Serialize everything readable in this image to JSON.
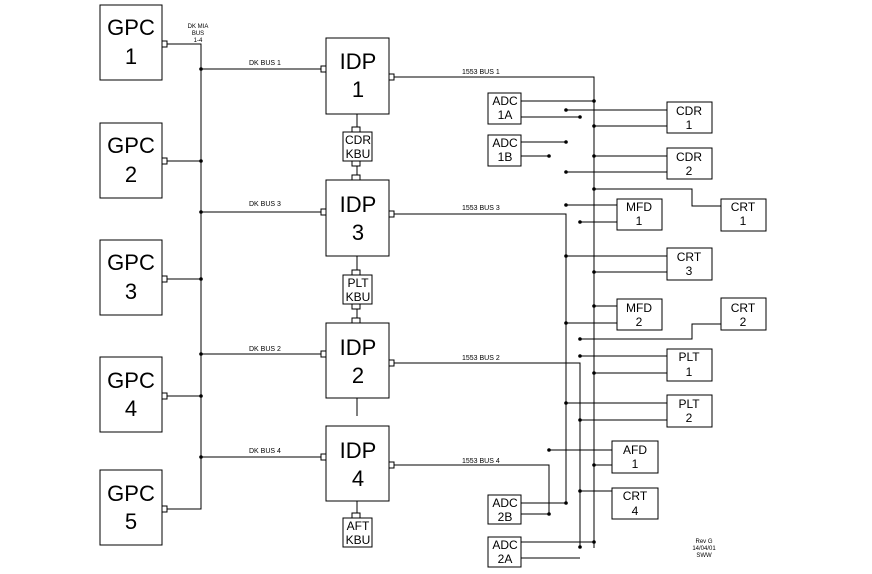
{
  "gpc": [
    {
      "name": "GPC",
      "num": "1"
    },
    {
      "name": "GPC",
      "num": "2"
    },
    {
      "name": "GPC",
      "num": "3"
    },
    {
      "name": "GPC",
      "num": "4"
    },
    {
      "name": "GPC",
      "num": "5"
    }
  ],
  "idp": [
    {
      "name": "IDP",
      "num": "1"
    },
    {
      "name": "IDP",
      "num": "3"
    },
    {
      "name": "IDP",
      "num": "2"
    },
    {
      "name": "IDP",
      "num": "4"
    }
  ],
  "kbu": [
    {
      "l1": "CDR",
      "l2": "KBU"
    },
    {
      "l1": "PLT",
      "l2": "KBU"
    },
    {
      "l1": "AFT",
      "l2": "KBU"
    }
  ],
  "adc": [
    {
      "l1": "ADC",
      "l2": "1A"
    },
    {
      "l1": "ADC",
      "l2": "1B"
    },
    {
      "l1": "ADC",
      "l2": "2B"
    },
    {
      "l1": "ADC",
      "l2": "2A"
    }
  ],
  "displays": [
    {
      "l1": "CDR",
      "l2": "1"
    },
    {
      "l1": "CDR",
      "l2": "2"
    },
    {
      "l1": "MFD",
      "l2": "1"
    },
    {
      "l1": "CRT",
      "l2": "1"
    },
    {
      "l1": "CRT",
      "l2": "3"
    },
    {
      "l1": "MFD",
      "l2": "2"
    },
    {
      "l1": "CRT",
      "l2": "2"
    },
    {
      "l1": "PLT",
      "l2": "1"
    },
    {
      "l1": "PLT",
      "l2": "2"
    },
    {
      "l1": "AFD",
      "l2": "1"
    },
    {
      "l1": "CRT",
      "l2": "4"
    }
  ],
  "bus_labels": {
    "dk_mia": [
      "DK MIA",
      "BUS",
      "1-4"
    ],
    "dk1": "DK BUS 1",
    "dk3": "DK BUS 3",
    "dk2": "DK BUS 2",
    "dk4": "DK BUS 4",
    "b1553_1": "1553 BUS 1",
    "b1553_3": "1553 BUS 3",
    "b1553_2": "1553 BUS 2",
    "b1553_4": "1553 BUS 4"
  },
  "revision": [
    "Rev G",
    "14/04/01",
    "SWW"
  ]
}
